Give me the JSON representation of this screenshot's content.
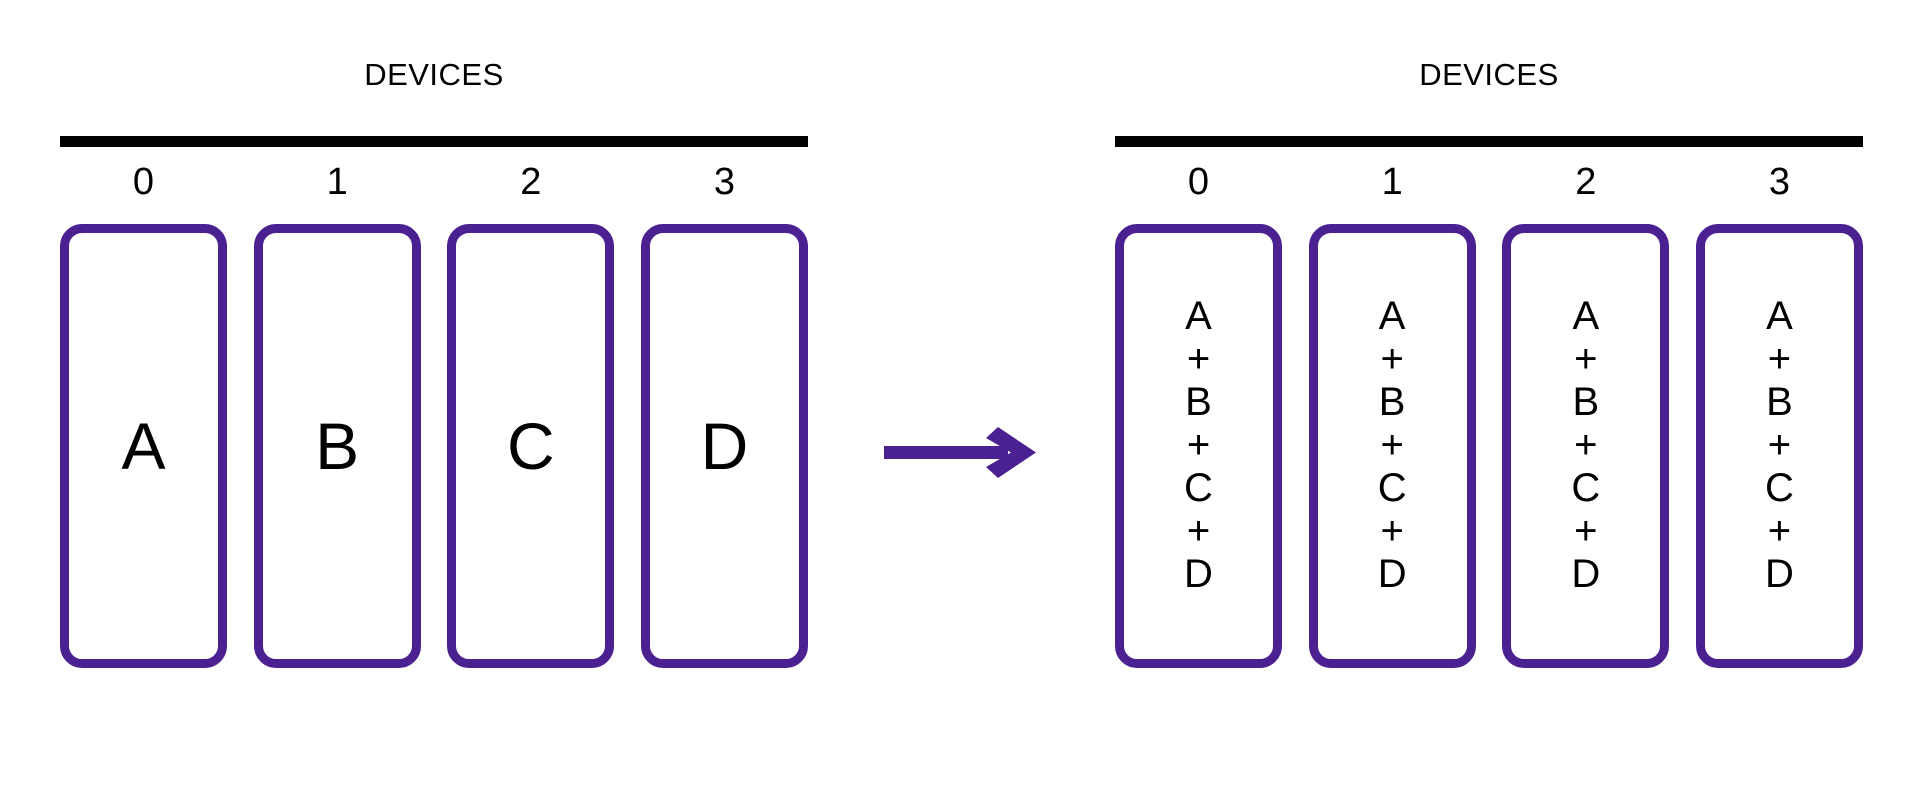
{
  "diagram": {
    "title_text": "DEVICES",
    "accent_color": "#4B2191",
    "rule_color": "#000000",
    "background_color": "#FFFFFF",
    "arrow": {
      "icon": "arrow-right-icon",
      "direction": "right",
      "color": "#4B2191"
    },
    "panels": [
      {
        "side": "left",
        "title": "DEVICES",
        "device_indices": [
          "0",
          "1",
          "2",
          "3"
        ],
        "boxes": [
          {
            "index": "0",
            "content": [
              "A"
            ]
          },
          {
            "index": "1",
            "content": [
              "B"
            ]
          },
          {
            "index": "2",
            "content": [
              "C"
            ]
          },
          {
            "index": "3",
            "content": [
              "D"
            ]
          }
        ]
      },
      {
        "side": "right",
        "title": "DEVICES",
        "device_indices": [
          "0",
          "1",
          "2",
          "3"
        ],
        "boxes": [
          {
            "index": "0",
            "content": [
              "A",
              "+",
              "B",
              "+",
              "C",
              "+",
              "D"
            ]
          },
          {
            "index": "1",
            "content": [
              "A",
              "+",
              "B",
              "+",
              "C",
              "+",
              "D"
            ]
          },
          {
            "index": "2",
            "content": [
              "A",
              "+",
              "B",
              "+",
              "C",
              "+",
              "D"
            ]
          },
          {
            "index": "3",
            "content": [
              "A",
              "+",
              "B",
              "+",
              "C",
              "+",
              "D"
            ]
          }
        ]
      }
    ]
  }
}
